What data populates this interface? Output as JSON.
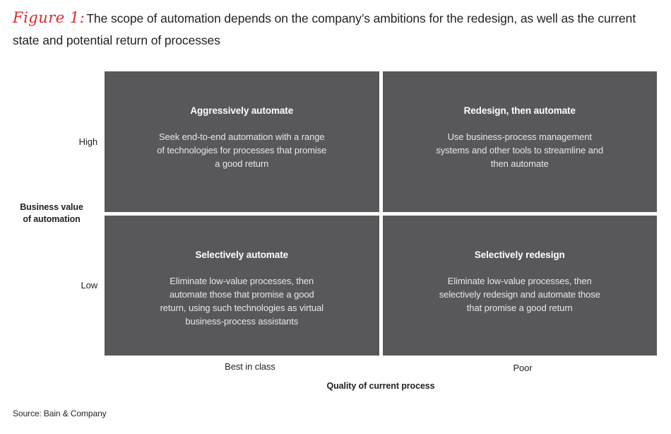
{
  "figure": {
    "label": "Figure 1:",
    "title": "The scope of automation depends on the company’s ambitions for the redesign, as well as the current state and potential return of processes"
  },
  "axes": {
    "y_title": "Business value\nof automation",
    "y_ticks": [
      "High",
      "Low"
    ],
    "x_title": "Quality of current process",
    "x_ticks": [
      "Best in class",
      "Poor"
    ]
  },
  "quadrants": [
    {
      "id": "aggressively-automate",
      "title": "Aggressively automate",
      "body": "Seek end-to-end automation with a range\nof technologies for processes that promise\na good return",
      "row": "High",
      "column": "Best in class"
    },
    {
      "id": "redesign-then-automate",
      "title": "Redesign, then automate",
      "body": "Use business-process management\nsystems and other tools to streamline and\nthen automate",
      "row": "High",
      "column": "Poor"
    },
    {
      "id": "selectively-automate",
      "title": "Selectively automate",
      "body": "Eliminate low-value processes, then\nautomate those that promise a good\nreturn, using such technologies as virtual\nbusiness-process assistants",
      "row": "Low",
      "column": "Best in class"
    },
    {
      "id": "selectively-redesign",
      "title": "Selectively redesign",
      "body": "Eliminate low-value processes, then\nselectively redesign and automate those\nthat promise a good return",
      "row": "Low",
      "column": "Poor"
    }
  ],
  "source": "Source: Bain & Company",
  "colors": {
    "quadrant_fill": "#58585b",
    "figure_label": "#e1262d",
    "text": "#231f20",
    "quadrant_text": "#ffffff",
    "background": "#ffffff"
  },
  "chart_data": {
    "type": "table",
    "title": "The scope of automation depends on the company’s ambitions for the redesign, as well as the current state and potential return of processes",
    "xlabel": "Quality of current process",
    "ylabel": "Business value of automation",
    "x_categories": [
      "Best in class",
      "Poor"
    ],
    "y_categories": [
      "High",
      "Low"
    ],
    "cells": [
      {
        "x": "Best in class",
        "y": "High",
        "label": "Aggressively automate",
        "detail": "Seek end-to-end automation with a range of technologies for processes that promise a good return"
      },
      {
        "x": "Poor",
        "y": "High",
        "label": "Redesign, then automate",
        "detail": "Use business-process management systems and other tools to streamline and then automate"
      },
      {
        "x": "Best in class",
        "y": "Low",
        "label": "Selectively automate",
        "detail": "Eliminate low-value processes, then automate those that promise a good return, using such technologies as virtual business-process assistants"
      },
      {
        "x": "Poor",
        "y": "Low",
        "label": "Selectively redesign",
        "detail": "Eliminate low-value processes, then selectively redesign and automate those that promise a good return"
      }
    ],
    "grid": false,
    "legend": "none"
  }
}
